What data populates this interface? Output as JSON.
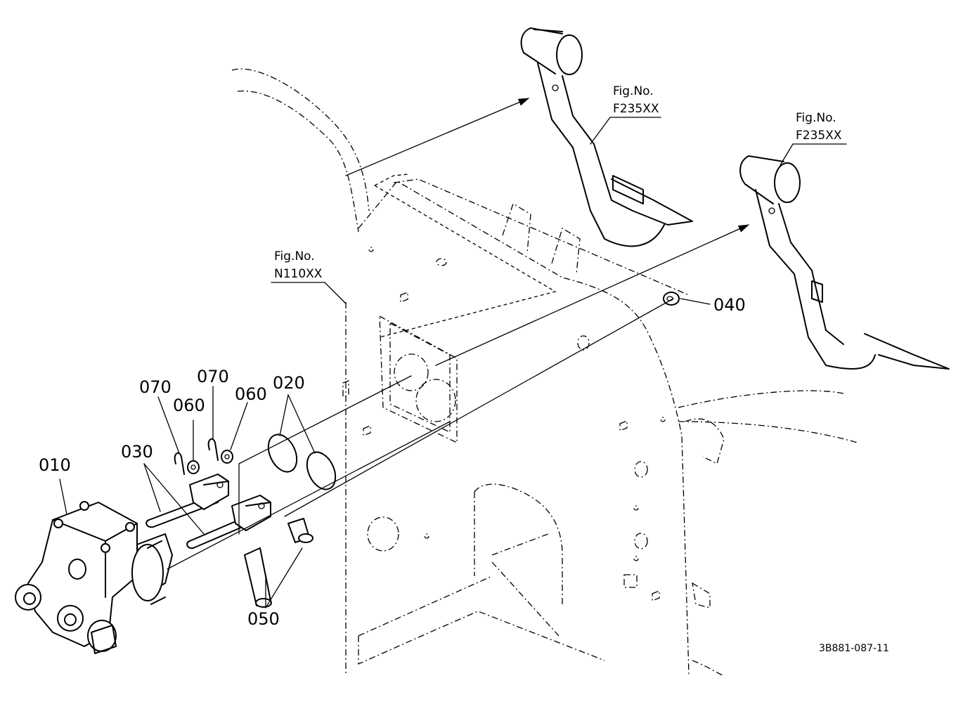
{
  "figure_refs": [
    {
      "title": "Fig.No.",
      "code": "F235XX"
    },
    {
      "title": "Fig.No.",
      "code": "F235XX"
    },
    {
      "title": "Fig.No.",
      "code": "N110XX"
    }
  ],
  "part_labels": [
    {
      "id": "010",
      "text": "010"
    },
    {
      "id": "020",
      "text": "020"
    },
    {
      "id": "030",
      "text": "030"
    },
    {
      "id": "040",
      "text": "040"
    },
    {
      "id": "050",
      "text": "050"
    },
    {
      "id": "060a",
      "text": "060"
    },
    {
      "id": "060b",
      "text": "060"
    },
    {
      "id": "070a",
      "text": "070"
    },
    {
      "id": "070b",
      "text": "070"
    }
  ],
  "drawing_code": "3B881-087-11"
}
